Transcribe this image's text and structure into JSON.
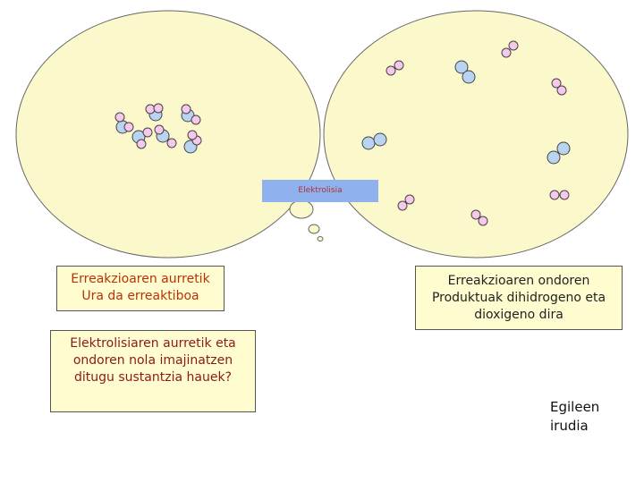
{
  "diagram": {
    "electrolysis_label": "Elektrolisia",
    "before_box": {
      "line1": "Erreakzioaren aurretik",
      "line2": "Ura da erreaktiboa"
    },
    "after_box": {
      "line1": "Erreakzioaren ondoren",
      "line2": "Produktuak dihidrogeno eta",
      "line3": "dioxigeno dira"
    },
    "question_box": {
      "line1": "Elektrolisiaren aurretik eta",
      "line2": "ondoren nola imajinatzen",
      "line3": "ditugu sustantzia hauek?"
    },
    "credit": {
      "line1": "Egileen",
      "line2": "irudia"
    }
  },
  "colors": {
    "bubble_fill": "#fbf8cc",
    "oxygen_atom": "#b8d4f0",
    "hydrogen_atom": "#f6c8ec",
    "label_bg": "#8fb2ef"
  }
}
